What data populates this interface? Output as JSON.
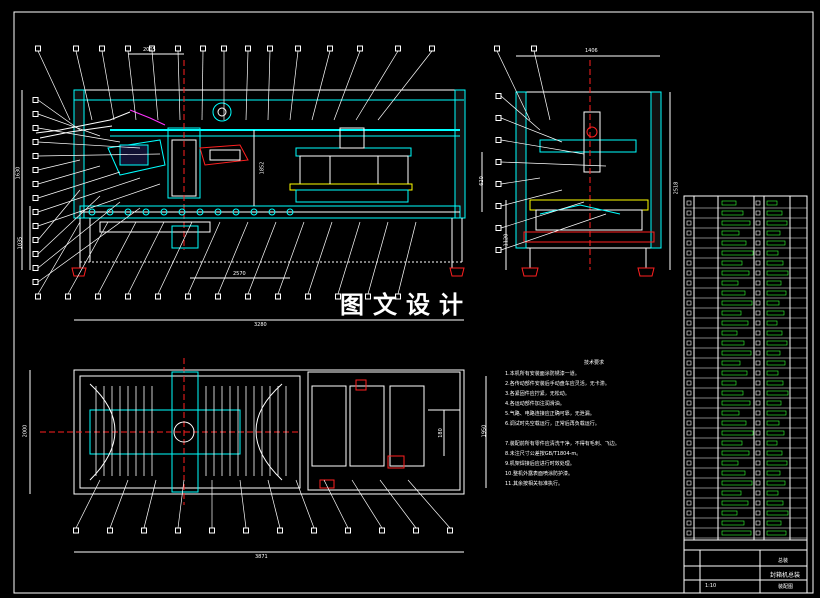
{
  "watermark": "图文设计",
  "notes": {
    "title": "技术要求",
    "lines": [
      "1.本机所有安装面涂防锈漆一道。",
      "2.各传动部件安装后手动盘车应灵活，无卡滞。",
      "3.各紧固件应拧紧，无松动。",
      "4.各运动部件加注润滑油。",
      "5.气路、电路连接应正确可靠，无泄漏。",
      "6.调试时先空载运行，正常后再负载运行。",
      "",
      "7.装配前所有零件应清洗干净，不得有毛刺、飞边。",
      "8.未注尺寸公差按GB/T1804-m。",
      "9.机架焊接后应进行时效处理。",
      "10.整机外露表面喷涂防护漆。",
      "11.其余按相关标准执行。"
    ]
  },
  "dimensions": {
    "front_top_width": "2005",
    "front_overall_width": "3280",
    "front_sub_width": "2570",
    "front_left_height_1": "1630",
    "front_left_height_2": "1035",
    "front_mid_height": "1852",
    "front_right_height": "620",
    "side_top_width": "1406",
    "side_right_height": "2518",
    "side_left_height": "1120",
    "plan_overall_width": "3871",
    "plan_left_height": "2000",
    "plan_right_height": "1950",
    "plan_inner_dim": "180"
  },
  "title_block": {
    "name_cn": "封箱机总装",
    "sub": "装配图",
    "material": "总装",
    "scale": "1:10"
  },
  "colors": {
    "line": "#ffffff",
    "cyan": "#00ffff",
    "red": "#ff2020",
    "green": "#33ff33",
    "yellow": "#ffff00",
    "magenta": "#ff33ff"
  }
}
